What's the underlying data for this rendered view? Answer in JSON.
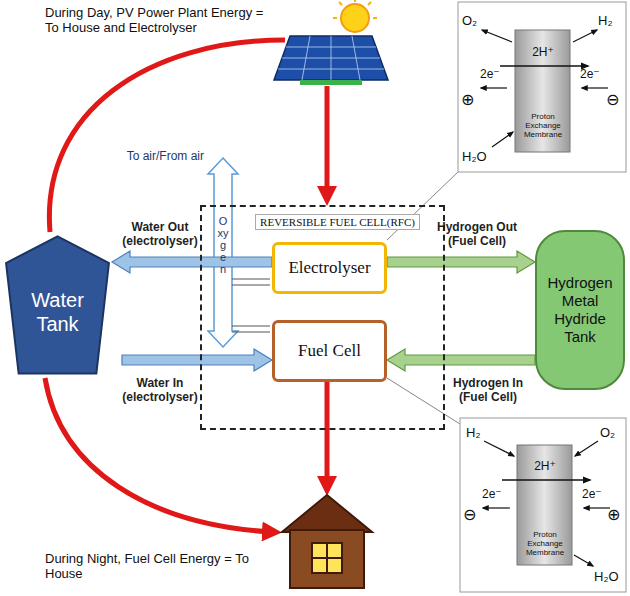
{
  "diagram": {
    "nodes": [
      {
        "text": [
          "Water Tank"
        ]
      },
      {
        "text": [
          "REVERSIBLE FUEL CELL(RFC)"
        ]
      },
      {
        "text": [
          "Electrolyser"
        ],
        "in": 1
      },
      {
        "text": [
          "Fuel Cell"
        ],
        "in": 1
      },
      {
        "text": [
          "Hydrogen Metal Hydride Tank"
        ]
      }
    ],
    "edges": [
      {
        "from": 2,
        "to": 0,
        "arrow": "to",
        "label": "Water Out (electrolyser)"
      },
      {
        "from": 0,
        "to": 3,
        "arrow": "to",
        "label": "Water In (electrolyser)"
      },
      {
        "from": 2,
        "to": 4,
        "arrow": "to",
        "label": "Hydrogen Out (Fuel Cell)"
      },
      {
        "from": 4,
        "to": 3,
        "arrow": "to",
        "label": "Hydrogen In (Fuel Cell)"
      }
    ],
    "labels": [
      "During Day, PV Power Plant Energy = To House and Electrolyser",
      "To air/From air",
      "Oxygen",
      "O₂",
      "H₂",
      "2e⁻",
      "2H⁺",
      "2e⁻",
      "⊕",
      "Proton Exchange Membrane",
      "⊖",
      "H₂O",
      "H₂",
      "O₂",
      "2e⁻",
      "2H⁺",
      "2e⁻",
      "⊖",
      "Proton Exchange Membrane",
      "⊕",
      "H₂O",
      "During Night, Fuel Cell Energy = To House"
    ]
  }
}
